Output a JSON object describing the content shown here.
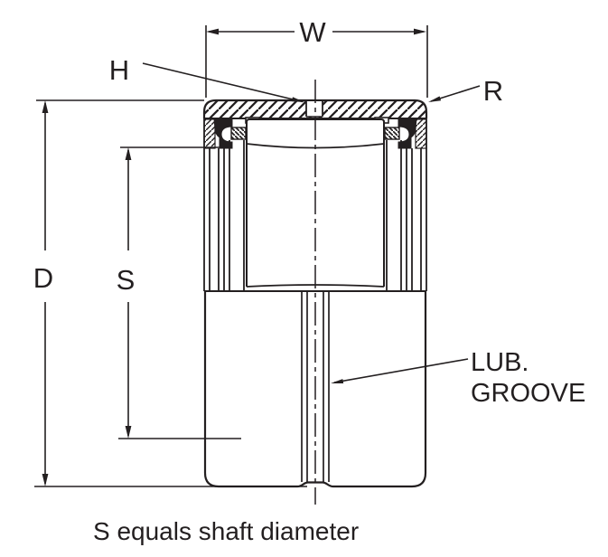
{
  "diagram": {
    "title_caption": "S equals shaft diameter",
    "labels": {
      "width": "W",
      "lube_hole": "H",
      "corner_radius": "R",
      "outer_diameter": "D",
      "shaft_diameter": "S",
      "lub_groove_line1": "LUB.",
      "lub_groove_line2": "GROOVE"
    },
    "colors": {
      "line": "#231f20",
      "background": "#ffffff"
    }
  }
}
